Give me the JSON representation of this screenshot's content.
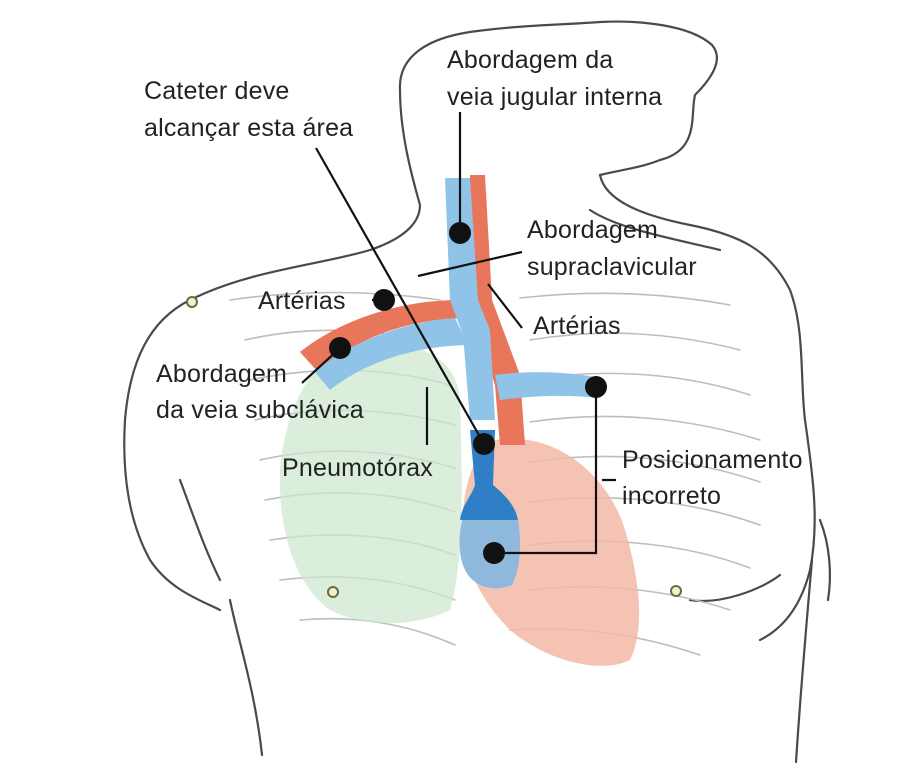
{
  "labels": {
    "catheter_line1": "Cateter deve",
    "catheter_line2": "alcançar esta área",
    "jugular_line1": "Abordagem da",
    "jugular_line2": "veia jugular interna",
    "supra_line1": "Abordagem",
    "supra_line2": "supraclavicular",
    "arteries_left": "Artérias",
    "arteries_right": "Artérias",
    "subclavian_line1": "Abordagem",
    "subclavian_line2": "da veia subclávica",
    "pneumothorax": "Pneumotórax",
    "malposition_line1": "Posicionamento",
    "malposition_line2": "incorreto"
  },
  "colors": {
    "outline": "#3a3a3a",
    "vein": "#8fc3e8",
    "vein_dark": "#2f7fc6",
    "artery": "#e8765a",
    "lung": "#cfe7cf",
    "heart": "#f2b9a6",
    "marker": "#111111",
    "text": "#222222"
  }
}
